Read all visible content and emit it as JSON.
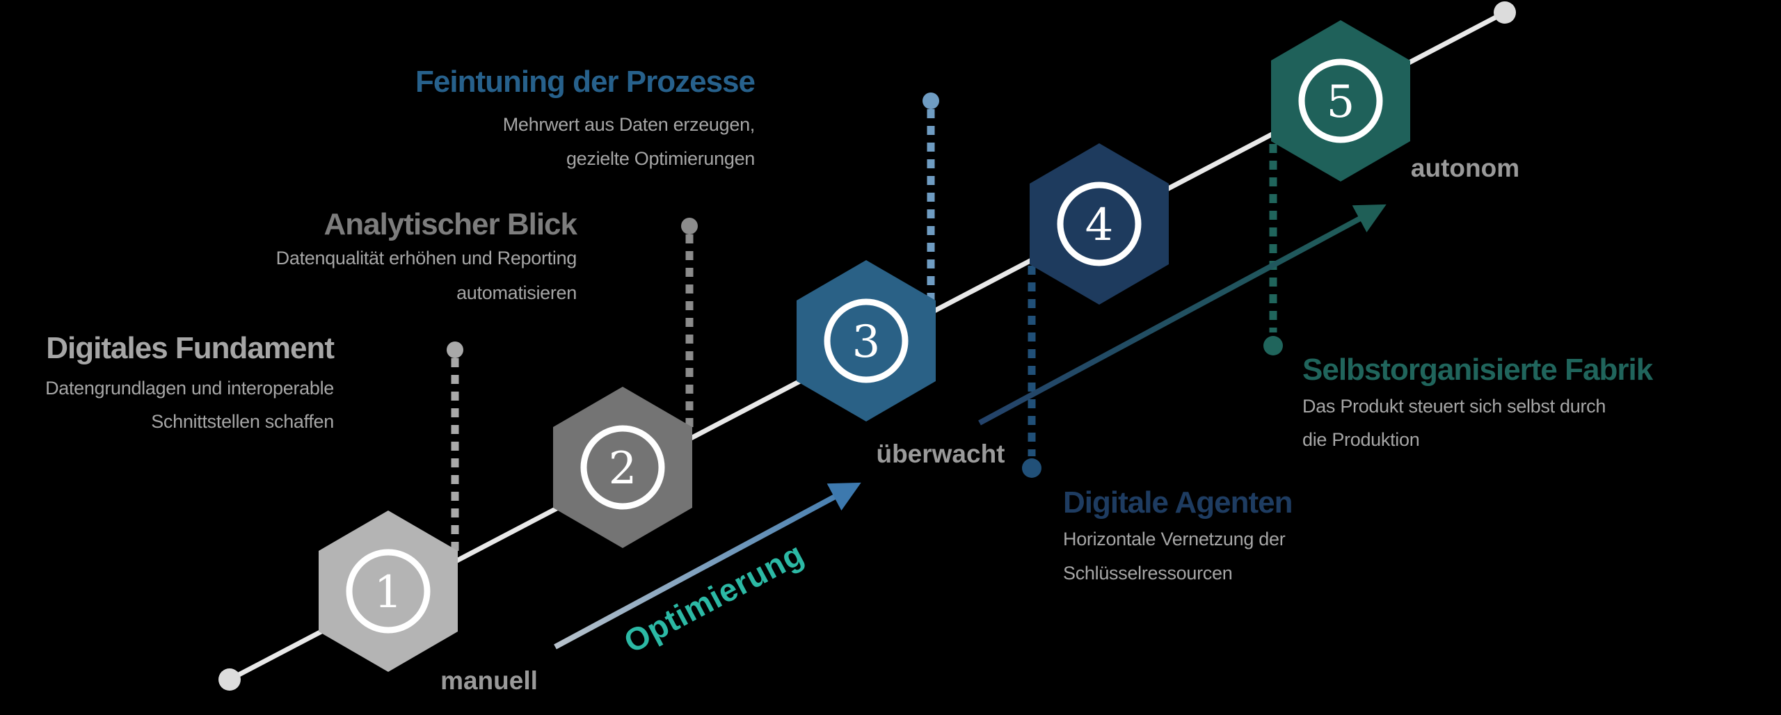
{
  "background_color": "#000000",
  "diagram_type": "maturity-roadmap",
  "stages": [
    {
      "number": "1",
      "title": "Digitales Fundament",
      "description_lines": [
        "Datengrundlagen und interoperable",
        "Schnittstellen schaffen"
      ],
      "hex_color": "#b4b4b4",
      "title_color": "#a6a6a6",
      "connector_color": "#a9a9a9"
    },
    {
      "number": "2",
      "title": "Analytischer Blick",
      "description_lines": [
        "Datenqualität erhöhen und Reporting",
        "automatisieren"
      ],
      "hex_color": "#747474",
      "title_color": "#7d7d7d",
      "connector_color": "#8c8c8c"
    },
    {
      "number": "3",
      "title": "Feintuning der Prozesse",
      "description_lines": [
        "Mehrwert aus Daten erzeugen,",
        "gezielte Optimierungen"
      ],
      "hex_color": "#2a6186",
      "title_color": "#27618c",
      "connector_color": "#6f9cc2"
    },
    {
      "number": "4",
      "title": "Digitale Agenten",
      "description_lines": [
        "Horizontale Vernetzung der",
        "Schlüsselressourcen"
      ],
      "hex_color": "#1e3b5e",
      "title_color": "#1e3c61",
      "connector_color": "#215078"
    },
    {
      "number": "5",
      "title": "Selbstorganisierte Fabrik",
      "description_lines": [
        "Das Produkt steuert sich selbst durch",
        "die Produktion"
      ],
      "hex_color": "#1f615a",
      "title_color": "#20655c",
      "connector_color": "#20655c"
    }
  ],
  "axis_labels": {
    "level1": "manuell",
    "level3": "überwacht",
    "level5": "autonom",
    "color": "#9a9a9a"
  },
  "optimization_arrow": {
    "label": "Optimierung",
    "label_color": "#2cb9a5",
    "arrow1_start_color": "#b9c3cc",
    "arrow1_end_color": "#3d79ae",
    "arrow2_start_color": "#24436b",
    "arrow2_end_color": "#1f5f57"
  },
  "description_color": "#a6a6a6",
  "number_circle_color": "#ffffff",
  "axis_line_color": "#e9e9e9"
}
